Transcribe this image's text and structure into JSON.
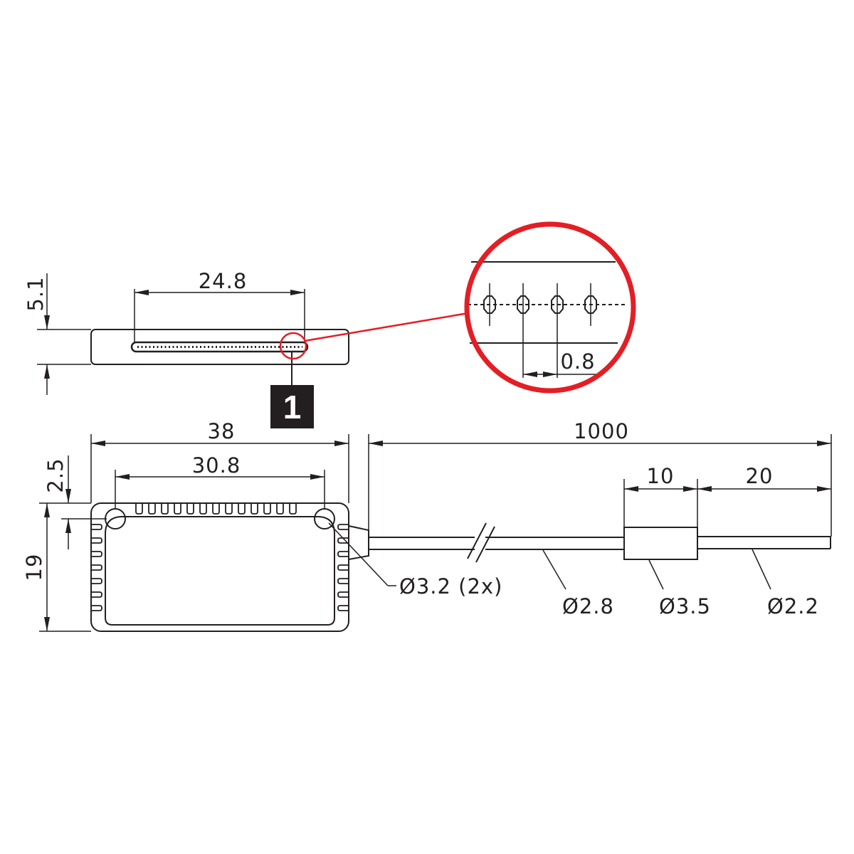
{
  "colors": {
    "line": "#231f20",
    "highlight": "#e31e24",
    "background": "#ffffff"
  },
  "top_view": {
    "width_label": "24.8",
    "height_label": "5.1",
    "callout_number": "1"
  },
  "detail_view": {
    "pitch_label": "0.8"
  },
  "front_view": {
    "width_label": "38",
    "hole_spacing_label": "30.8",
    "height_label": "19",
    "offset_label": "2.5",
    "hole_label": "Ø3.2 (2x)"
  },
  "cable": {
    "length_label": "1000",
    "sleeve_length_label": "10",
    "tip_length_label": "20",
    "cable_diameter_label": "Ø2.8",
    "sleeve_diameter_label": "Ø3.5",
    "tip_diameter_label": "Ø2.2"
  }
}
